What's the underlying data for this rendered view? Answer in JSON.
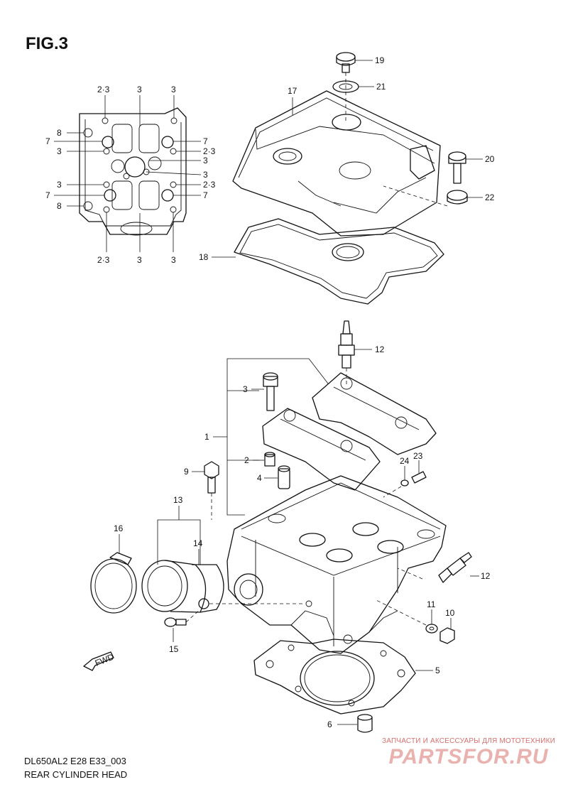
{
  "figure": {
    "title": "FIG.3",
    "code": "DL650AL2 E28 E33_003",
    "caption": "REAR CYLINDER HEAD"
  },
  "watermark": {
    "tagline": "ЗАПЧАСТИ И АКСЕССУАРЫ ДЛЯ МОТОТЕХНИКИ",
    "logo": "PARTSFOR.RU",
    "color": "#e7a5a2"
  },
  "fwd_badge": "FWD",
  "torque_labels": {
    "t_top_left": "2·3",
    "t_top_1": "3",
    "t_top_2": "3",
    "t_l8a": "8",
    "t_l7a": "7",
    "t_l3a": "3",
    "t_l3b": "3",
    "t_l7b": "7",
    "t_l8b": "8",
    "t_r7a": "7",
    "t_r23a": "2·3",
    "t_r3a": "3",
    "t_r3b": "3",
    "t_r23b": "2·3",
    "t_r7b": "7",
    "t_b23": "2·3",
    "t_b3a": "3",
    "t_b3b": "3"
  },
  "callouts": {
    "c19": "19",
    "c21": "21",
    "c17": "17",
    "c20": "20",
    "c22": "22",
    "c18": "18",
    "c12a": "12",
    "c3": "3",
    "c1": "1",
    "c2": "2",
    "c4": "4",
    "c9": "9",
    "c24": "24",
    "c23": "23",
    "c13": "13",
    "c16": "16",
    "c14": "14",
    "c12b": "12",
    "c11": "11",
    "c10": "10",
    "c15": "15",
    "c5": "5",
    "c6": "6"
  }
}
